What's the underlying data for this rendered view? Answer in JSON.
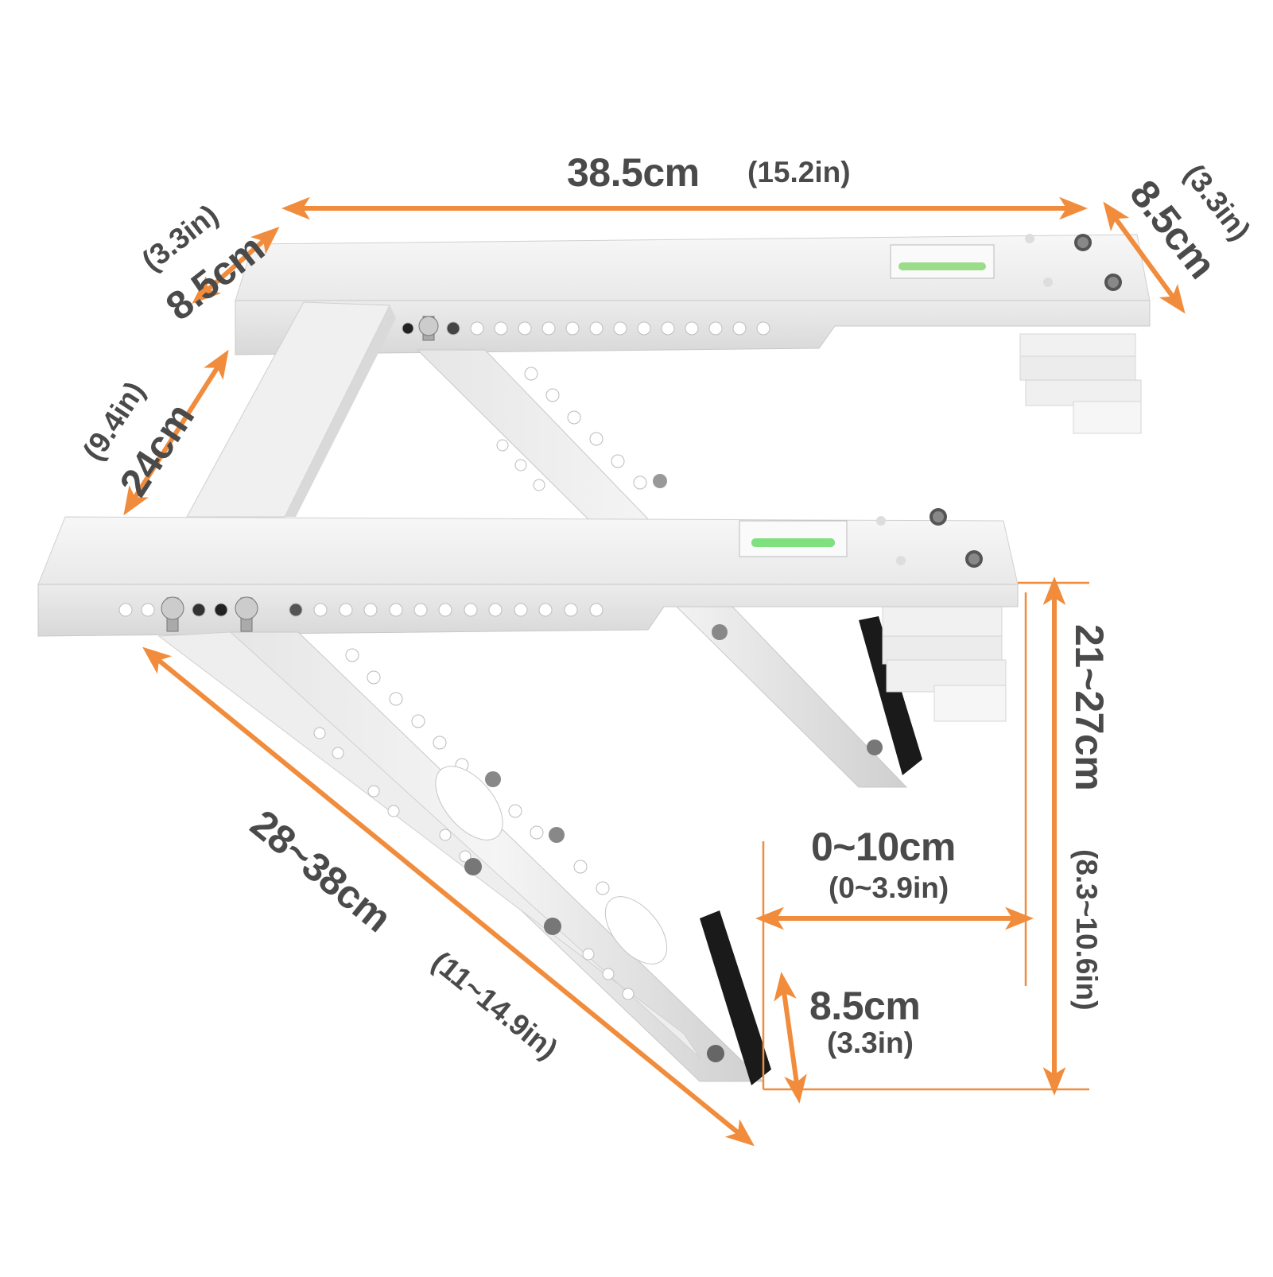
{
  "colors": {
    "arrow": "#f08c3c",
    "text": "#4a4a4a",
    "metal_light": "#f4f4f4",
    "metal_mid": "#e2e2e2",
    "metal_dark": "#c9c9c9",
    "rubber": "#1a1a1a",
    "level_bubble": "#7ee07e"
  },
  "dimensions": {
    "top_width": {
      "metric": "38.5cm",
      "imperial": "(15.2in)"
    },
    "left_depth": {
      "metric": "8.5cm",
      "imperial": "(3.3in)"
    },
    "right_depth": {
      "metric": "8.5cm",
      "imperial": "(3.3in)"
    },
    "crossbar": {
      "metric": "24cm",
      "imperial": "(9.4in)"
    },
    "brace_length": {
      "metric": "28~38cm",
      "imperial": "(11~14.9in)"
    },
    "height": {
      "metric": "21~27cm",
      "imperial": "(8.3~10.6in)"
    },
    "offset": {
      "metric": "0~10cm",
      "imperial": "(0~3.9in)"
    },
    "foot_height": {
      "metric": "8.5cm",
      "imperial": "(3.3in)"
    }
  },
  "icons": [
    "double-arrow-icon",
    "bubble-level-icon",
    "screw-icon",
    "rubber-pad-icon"
  ]
}
